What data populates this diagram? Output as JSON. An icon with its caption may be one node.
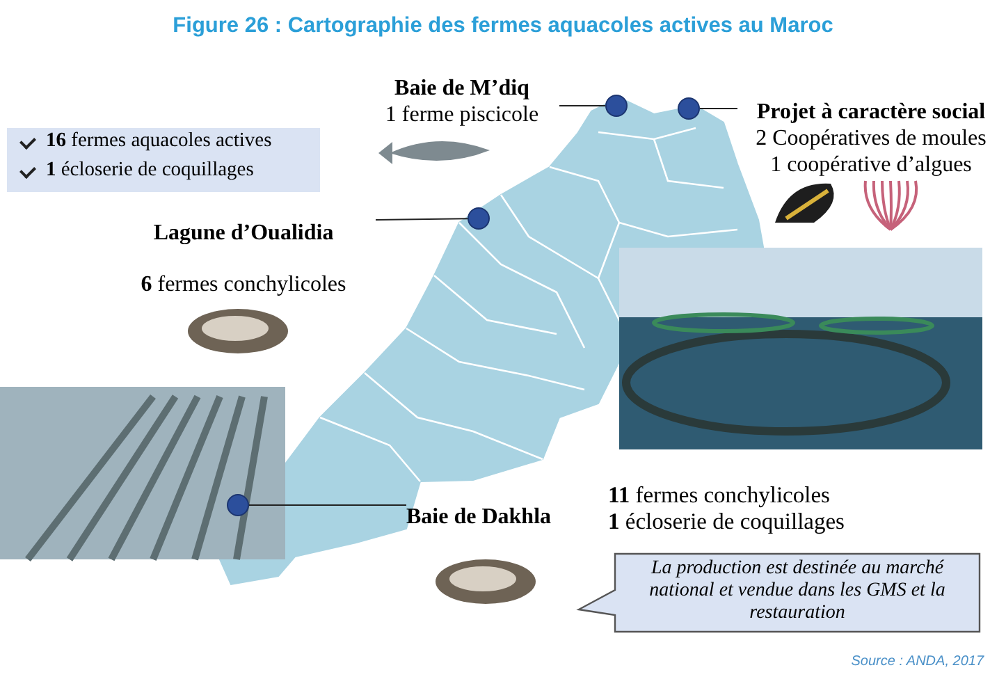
{
  "diagram": {
    "title": "Figure 26 : Cartographie des fermes aquacoles actives au Maroc",
    "caption": "Source : ANDA, 2017",
    "nodes": [
      {
        "text": [
          "**16** fermes aquacoles actives",
          "**1**  écloserie de coquillages"
        ]
      },
      {
        "text": [
          "Baie de M’diq",
          "1 ferme piscicole"
        ]
      },
      {
        "text": [],
        "shape": "circle"
      },
      {
        "text": [
          "Projet à caractère social",
          "2 Coopératives de moules",
          "1 coopérative d’algues"
        ]
      },
      {
        "text": [],
        "shape": "circle"
      },
      {
        "text": [
          "Lagune d’Oualidia",
          "**6** fermes conchylicoles"
        ]
      },
      {
        "text": [],
        "shape": "circle"
      },
      {
        "text": [
          "Baie de Dakhla"
        ],
        "beside": [
          "**11**  fermes conchylicoles",
          "**1**   écloserie de coquillages"
        ]
      },
      {
        "text": [],
        "shape": "circle"
      },
      {
        "text": [
          "La production est destinée au marché national et vendue dans les GMS et la restauration"
        ]
      }
    ],
    "edges": [
      {
        "from": 1,
        "to": 2,
        "arrow": "none"
      },
      {
        "from": 3,
        "to": 4,
        "arrow": "none"
      },
      {
        "from": 5,
        "to": 6,
        "arrow": "none"
      },
      {
        "from": 7,
        "to": 8,
        "arrow": "none"
      }
    ]
  }
}
